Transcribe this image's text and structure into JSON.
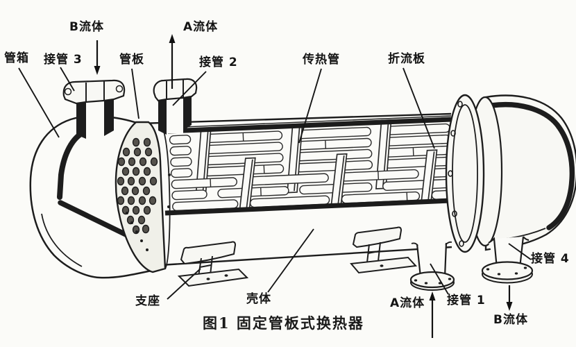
{
  "figure": {
    "caption": "图1  固定管板式换热器"
  },
  "labels": {
    "fluid_b_top": "B流体",
    "fluid_a_top": "A流体",
    "tube_box": "管箱",
    "nozzle_3": "接管 3",
    "tube_sheet": "管板",
    "nozzle_2": "接管 2",
    "heat_transfer_tube": "传热管",
    "baffle_plate": "折流板",
    "support": "支座",
    "shell": "壳体",
    "fluid_a_bottom": "A流体",
    "nozzle_1": "接管 1",
    "nozzle_4": "接管 4",
    "fluid_b_bottom": "B流体"
  },
  "colors": {
    "ink": "#1d1d1d",
    "paper": "#fbfbf8"
  }
}
